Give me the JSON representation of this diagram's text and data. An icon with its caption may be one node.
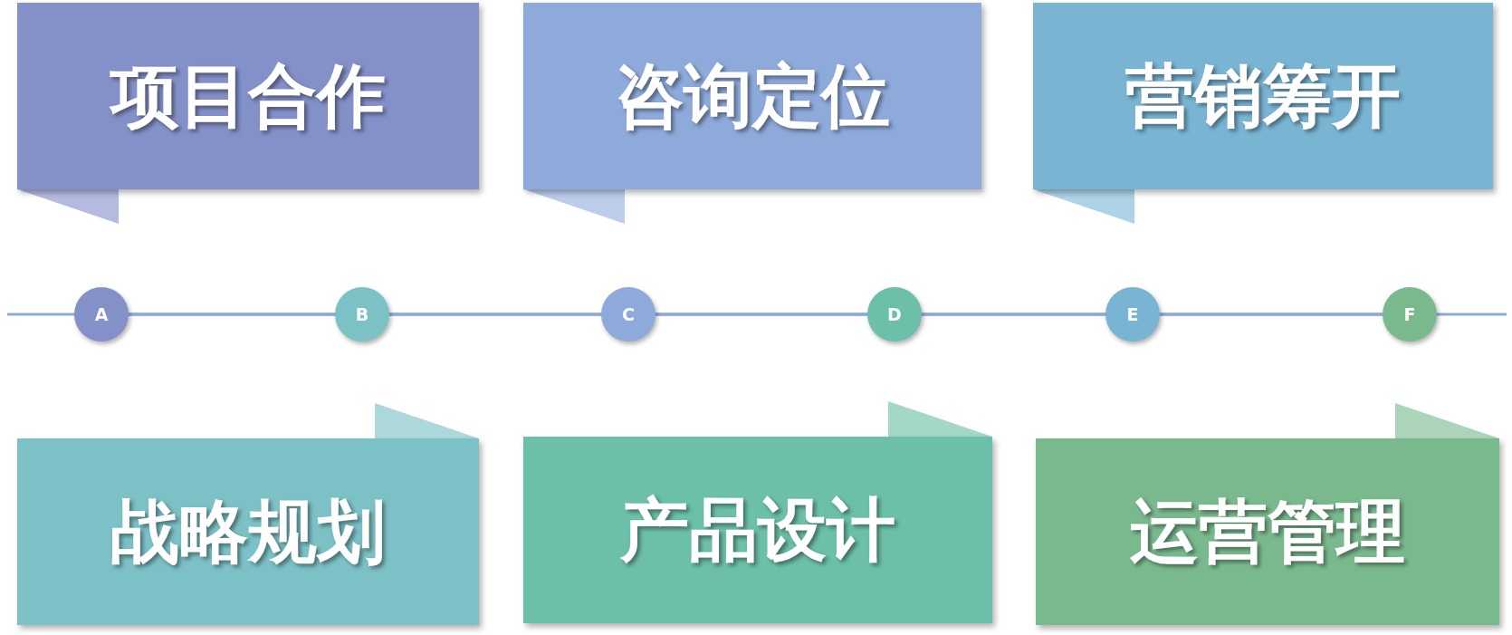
{
  "diagram": {
    "nodes": [
      {
        "text": [
          "项目合作"
        ]
      },
      {
        "text": [
          "咨询定位"
        ]
      },
      {
        "text": [
          "营销筹开"
        ]
      },
      {
        "text": [
          "A"
        ]
      },
      {
        "text": [
          "B"
        ]
      },
      {
        "text": [
          "C"
        ]
      },
      {
        "text": [
          "D"
        ]
      },
      {
        "text": [
          "E"
        ]
      },
      {
        "text": [
          "F"
        ]
      },
      {
        "text": [
          "战略规划"
        ]
      },
      {
        "text": [
          "产品设计"
        ]
      },
      {
        "text": [
          "运营管理"
        ]
      }
    ],
    "edges": [
      {
        "from": null,
        "to": 3,
        "arrow": "none"
      },
      {
        "from": 3,
        "to": 4,
        "arrow": "none"
      },
      {
        "from": 4,
        "to": 5,
        "arrow": "none"
      },
      {
        "from": 5,
        "to": 6,
        "arrow": "none"
      },
      {
        "from": 6,
        "to": 7,
        "arrow": "none"
      },
      {
        "from": 7,
        "to": 8,
        "arrow": "none"
      },
      {
        "from": 8,
        "to": null,
        "arrow": "none"
      }
    ]
  }
}
